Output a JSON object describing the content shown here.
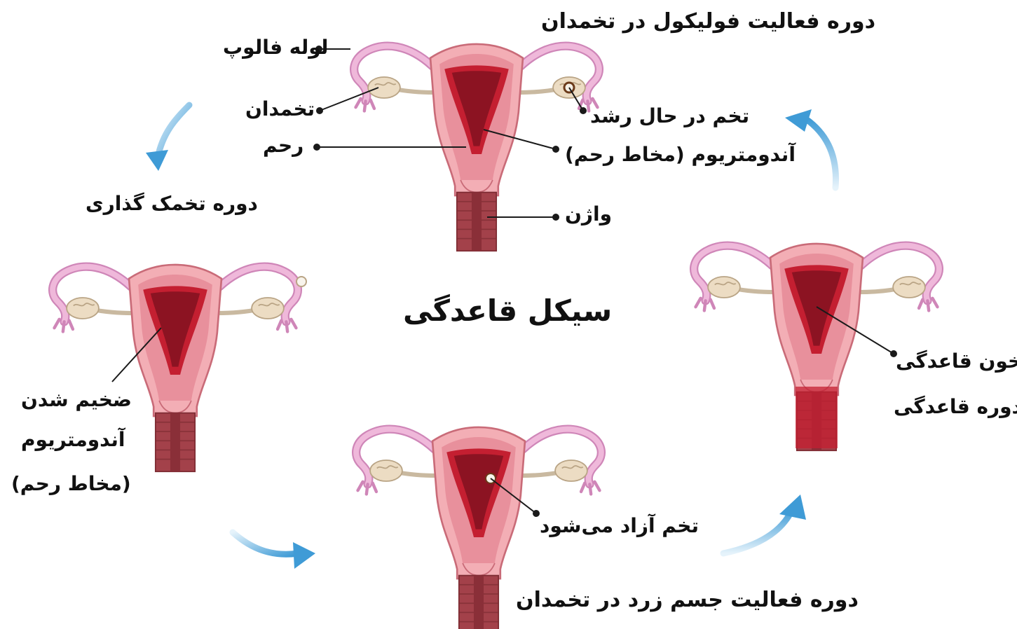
{
  "title": "سیکل قاعدگی",
  "phases": {
    "follicular": "دوره فعالیت فولیکول در تخمدان",
    "ovulation": "دوره تخمک گذاری",
    "luteal": "دوره فعالیت جسم زرد در تخمدان",
    "menstruation": "دوره قاعدگی"
  },
  "labels": {
    "fallopian_tube": "لوله فالوپ",
    "ovary": "تخمدان",
    "uterus": "رحم",
    "growing_egg": "تخم در حال رشد",
    "endometrium": "آندومتریوم (مخاط رحم)",
    "vagina": "واژن",
    "thickening_line1": "ضخیم شدن",
    "thickening_line2": "آندومتریوم",
    "thickening_line3": "(مخاط رحم)",
    "egg_released": "تخم آزاد می‌شود",
    "menstrual_blood": "خون قاعدگی"
  },
  "colors": {
    "tissue": "#f0a6ad",
    "tissue_dark": "#d9737f",
    "lining": "#c01c2c",
    "lining_dark": "#8a1020",
    "vagina": "#9e3a40",
    "tube": "#e6a3cc",
    "ovary": "#e9d6bc",
    "arrow": "#4aa3dc"
  }
}
